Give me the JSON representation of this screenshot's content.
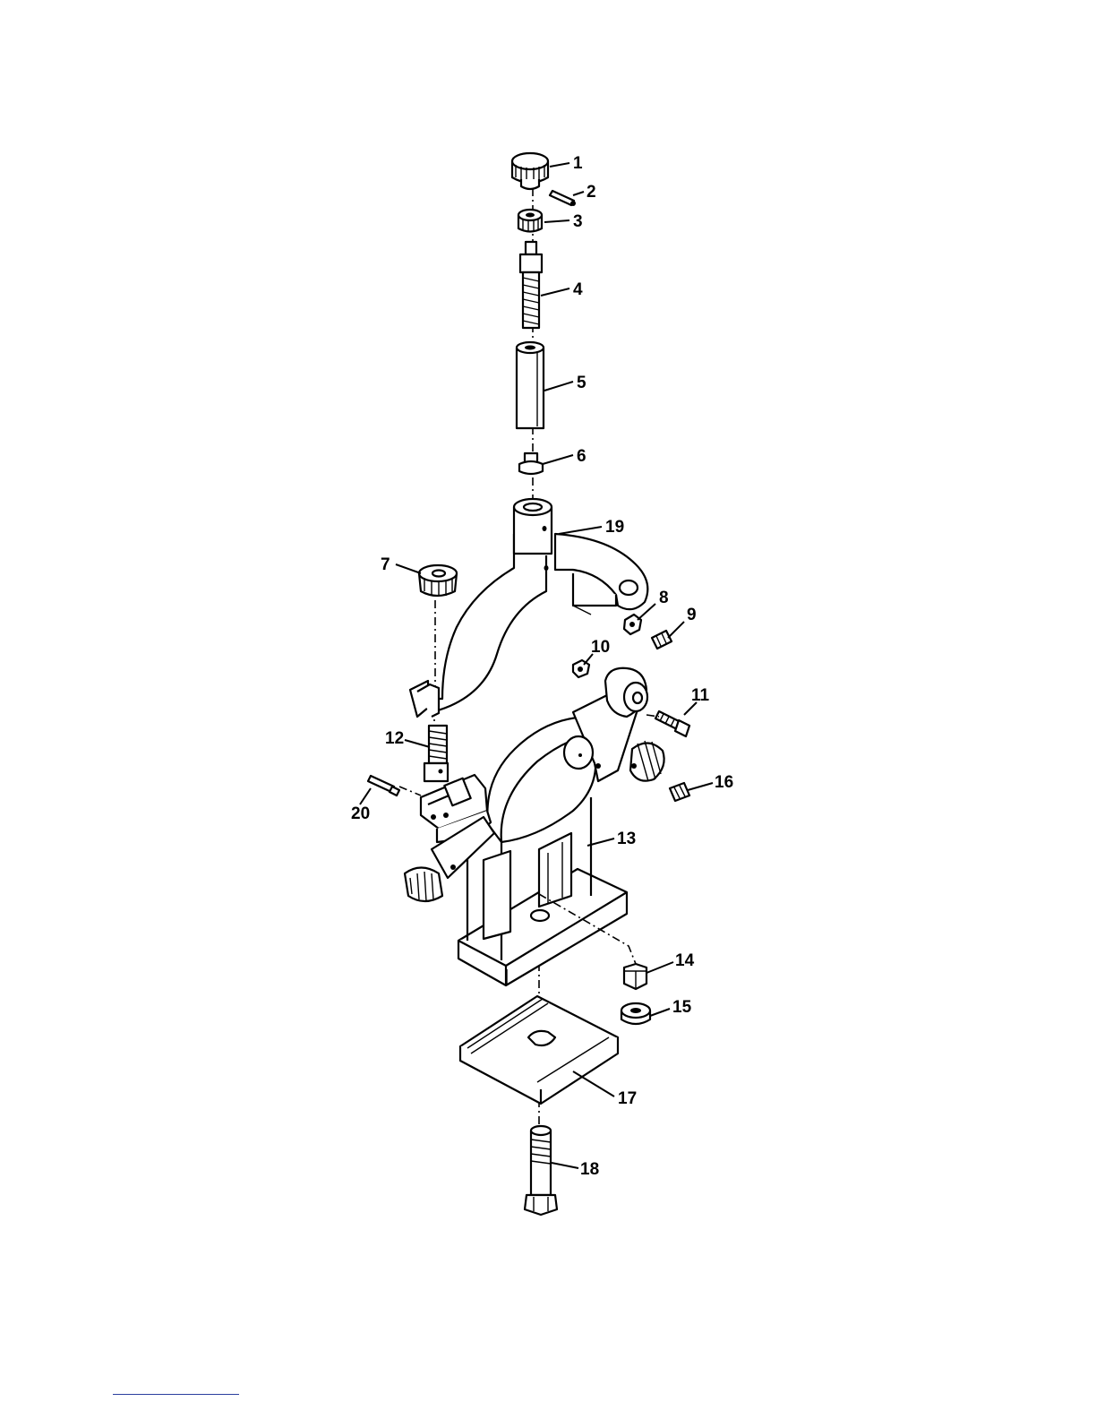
{
  "diagram": {
    "callouts": [
      {
        "id": "1",
        "text": "1"
      },
      {
        "id": "2",
        "text": "2"
      },
      {
        "id": "3",
        "text": "3"
      },
      {
        "id": "4",
        "text": "4"
      },
      {
        "id": "5",
        "text": "5"
      },
      {
        "id": "6",
        "text": "6"
      },
      {
        "id": "7",
        "text": "7"
      },
      {
        "id": "8",
        "text": "8"
      },
      {
        "id": "9",
        "text": "9"
      },
      {
        "id": "10",
        "text": "10"
      },
      {
        "id": "11",
        "text": "11"
      },
      {
        "id": "12",
        "text": "12"
      },
      {
        "id": "13",
        "text": "13"
      },
      {
        "id": "14",
        "text": "14"
      },
      {
        "id": "15",
        "text": "15"
      },
      {
        "id": "16",
        "text": "16"
      },
      {
        "id": "17",
        "text": "17"
      },
      {
        "id": "18",
        "text": "18"
      },
      {
        "id": "19",
        "text": "19"
      },
      {
        "id": "20",
        "text": "20"
      }
    ]
  },
  "colors": {
    "line": "#000000",
    "background": "#ffffff",
    "footnote_rule": "#2b3f9e"
  }
}
